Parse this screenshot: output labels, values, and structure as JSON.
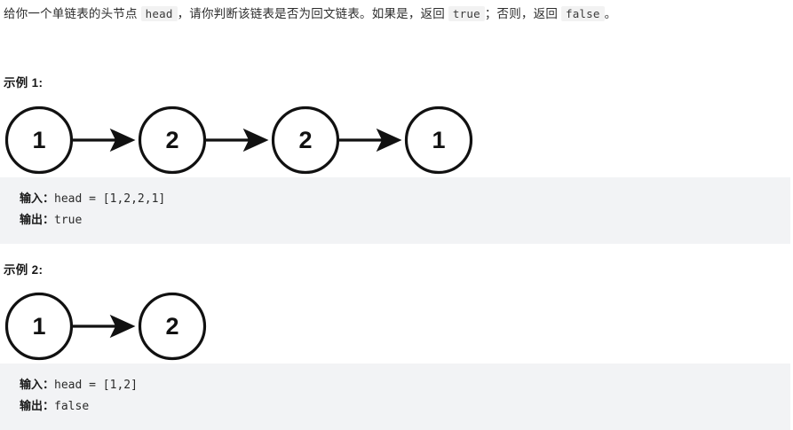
{
  "problem": {
    "intro": {
      "part1": "给你一个单链表的头节点",
      "code1": "head",
      "part2": "，请你判断该链表是否为回文链表。如果是，返回",
      "code2": "true",
      "part3": "；否则，返回",
      "code3": "false",
      "part4": "。"
    }
  },
  "examples": [
    {
      "heading": "示例 1:",
      "diagram": {
        "nodes": [
          "1",
          "2",
          "2",
          "1"
        ],
        "node_diameter": 75,
        "node_gap": 150,
        "stroke_color": "#111111",
        "fill_color": "#ffffff"
      },
      "input_label": "输入：",
      "input_value": "head = [1,2,2,1]",
      "output_label": "输出：",
      "output_value": "true"
    },
    {
      "heading": "示例 2:",
      "diagram": {
        "nodes": [
          "1",
          "2"
        ],
        "node_diameter": 75,
        "node_gap": 150,
        "stroke_color": "#111111",
        "fill_color": "#ffffff"
      },
      "input_label": "输入：",
      "input_value": "head = [1,2]",
      "output_label": "输出：",
      "output_value": "false"
    }
  ],
  "theme": {
    "page_background": "#ffffff",
    "code_background": "#f2f3f5",
    "inline_code_background": "#f2f2f2",
    "text_color": "#262626"
  }
}
